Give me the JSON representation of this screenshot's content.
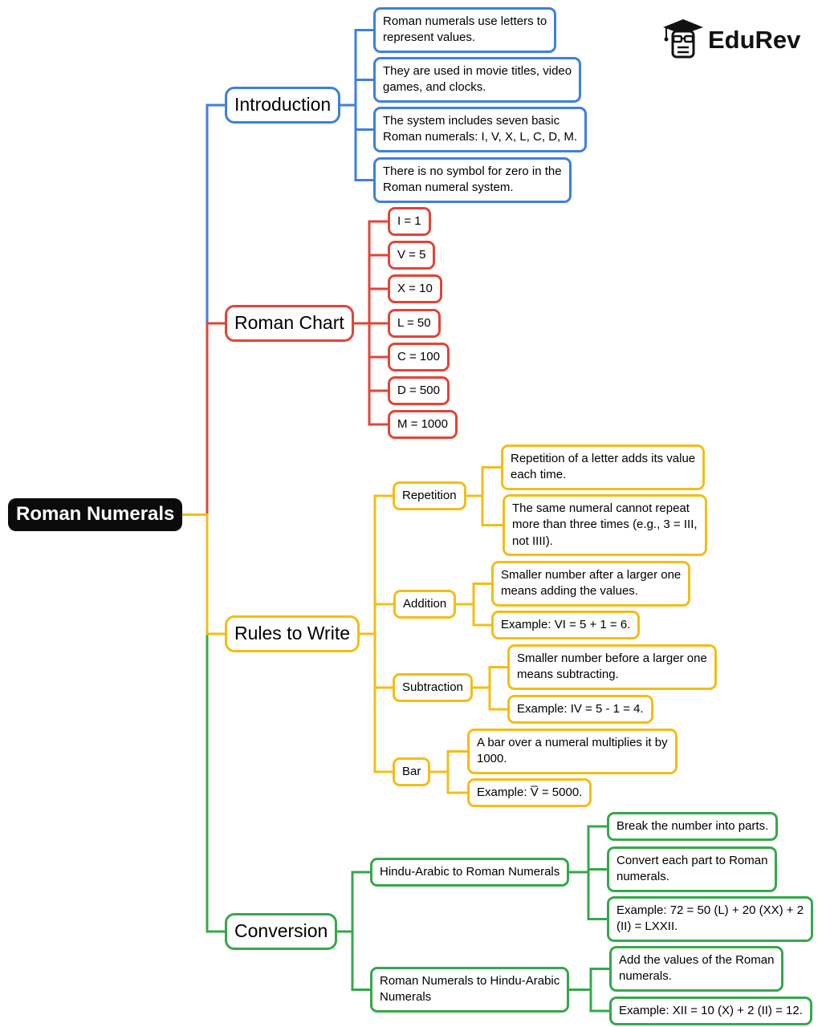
{
  "logo": {
    "text": "EduRev"
  },
  "root": "Roman Numerals",
  "introduction": {
    "title": "Introduction",
    "items": [
      "Roman numerals use letters to\nrepresent values.",
      "They are used in movie titles, video\ngames, and clocks.",
      "The system includes seven basic\nRoman numerals: I, V, X, L, C, D, M.",
      "There is no symbol for zero in the\nRoman numeral system."
    ]
  },
  "roman_chart": {
    "title": "Roman Chart",
    "items": [
      "I = 1",
      "V = 5",
      "X = 10",
      "L = 50",
      "C = 100",
      "D = 500",
      "M = 1000"
    ]
  },
  "rules": {
    "title": "Rules to Write",
    "repetition": {
      "label": "Repetition",
      "items": [
        "Repetition of a letter adds its value\neach time.",
        "The same numeral cannot repeat\nmore than three times (e.g., 3 = III,\nnot IIII)."
      ]
    },
    "addition": {
      "label": "Addition",
      "items": [
        "Smaller number after a larger one\nmeans adding the values.",
        "Example: VI = 5 + 1 = 6."
      ]
    },
    "subtraction": {
      "label": "Subtraction",
      "items": [
        "Smaller number before a larger one\nmeans subtracting.",
        "Example: IV = 5 - 1 = 4."
      ]
    },
    "bar": {
      "label": "Bar",
      "items": [
        "A bar over a numeral multiplies it by\n1000.",
        "Example: V̅ = 5000."
      ]
    }
  },
  "conversion": {
    "title": "Conversion",
    "hindu_to_roman": {
      "label": "Hindu-Arabic to Roman Numerals",
      "items": [
        "Break the number into parts.",
        "Convert each part to Roman\nnumerals.",
        "Example: 72 = 50 (L) + 20 (XX) + 2\n(II) = LXXII."
      ]
    },
    "roman_to_hindu": {
      "label": "Roman Numerals to Hindu-Arabic\nNumerals",
      "items": [
        "Add the values of the Roman\nnumerals.",
        "Example: XII = 10 (X) + 2 (II) = 12."
      ]
    }
  },
  "colors": {
    "introduction": "#3f7fe0",
    "roman_chart": "#e04538",
    "rules": "#f4bd16",
    "conversion": "#35a84a",
    "root": "#0b0b0b"
  }
}
